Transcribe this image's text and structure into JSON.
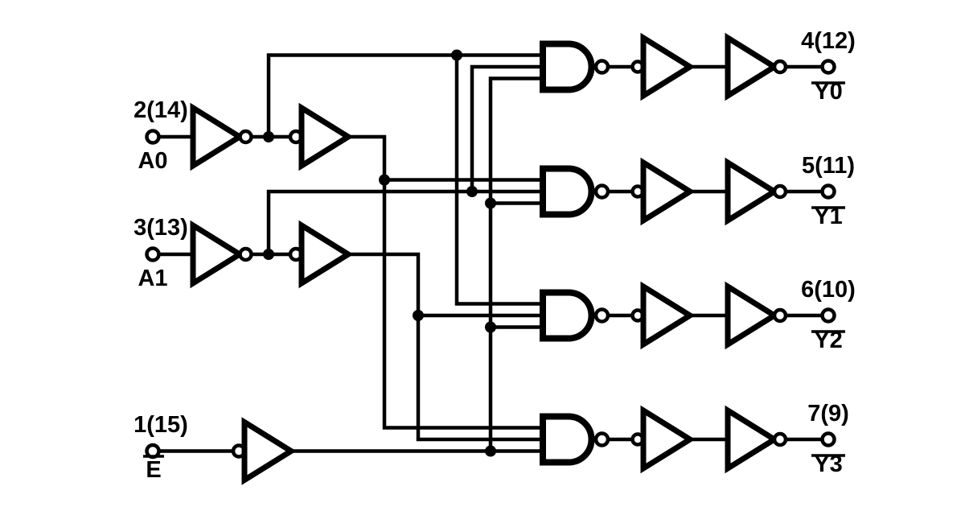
{
  "colors": {
    "line": "#000000",
    "background": "#ffffff"
  },
  "inputs": [
    {
      "pin": "2(14)",
      "name": "A0",
      "overline": false
    },
    {
      "pin": "3(13)",
      "name": "A1",
      "overline": false
    },
    {
      "pin": "1(15)",
      "name": "E",
      "overline": true
    }
  ],
  "outputs": [
    {
      "pin": "4(12)",
      "name": "Y0",
      "overline": true
    },
    {
      "pin": "5(11)",
      "name": "Y1",
      "overline": true
    },
    {
      "pin": "6(10)",
      "name": "Y2",
      "overline": true
    },
    {
      "pin": "7(9)",
      "name": "Y3",
      "overline": true
    }
  ],
  "gates": {
    "input_stages": [
      {
        "input": "A0",
        "chain": [
          "inverter",
          "inverter"
        ]
      },
      {
        "input": "A1",
        "chain": [
          "inverter",
          "inverter"
        ]
      },
      {
        "input": "E",
        "chain": [
          "inverter"
        ]
      }
    ],
    "output_stages": [
      {
        "output": "Y0",
        "chain": [
          "nand-3-input",
          "buffer",
          "buffer"
        ]
      },
      {
        "output": "Y1",
        "chain": [
          "nand-3-input",
          "buffer",
          "buffer"
        ]
      },
      {
        "output": "Y2",
        "chain": [
          "nand-3-input",
          "buffer",
          "buffer"
        ]
      },
      {
        "output": "Y3",
        "chain": [
          "nand-3-input",
          "buffer",
          "buffer"
        ]
      }
    ]
  }
}
